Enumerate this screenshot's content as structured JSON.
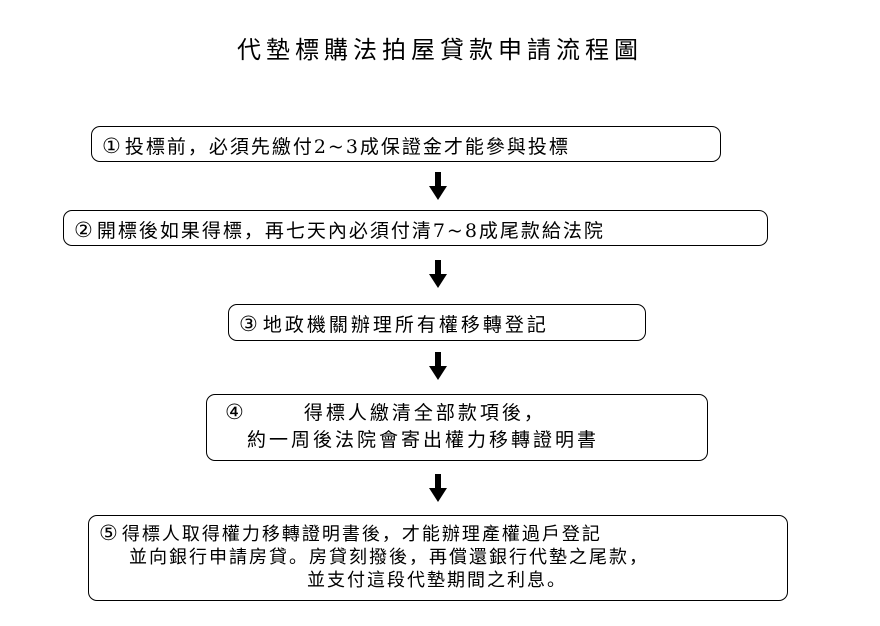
{
  "title": "代墊標購法拍屋貸款申請流程圖",
  "steps": [
    {
      "num": "①",
      "lines": [
        "投標前，必須先繳付2~3成保證金才能參與投標"
      ]
    },
    {
      "num": "②",
      "lines": [
        "開標後如果得標，再七天內必須付清7~8成尾款給法院"
      ]
    },
    {
      "num": "③",
      "lines": [
        "地政機關辦理所有權移轉登記"
      ]
    },
    {
      "num": "④",
      "lines": [
        "得標人繳清全部款項後，",
        "約一周後法院會寄出權力移轉證明書"
      ]
    },
    {
      "num": "⑤",
      "lines": [
        "得標人取得權力移轉證明書後，才能辦理產權過戶登記",
        "並向銀行申請房貸。房貸刻撥後，再償還銀行代墊之尾款，",
        "並支付這段代墊期間之利息。"
      ]
    }
  ]
}
